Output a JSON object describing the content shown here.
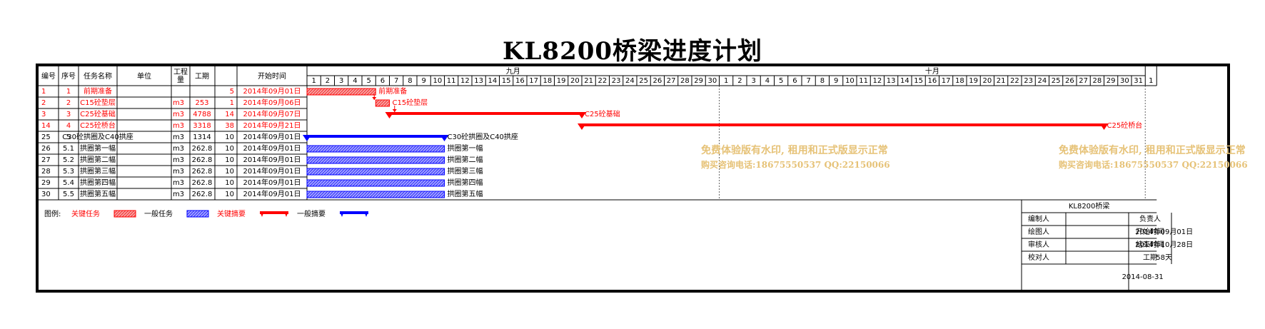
{
  "title": "KL8200桥梁进度计划",
  "columns": [
    "编号",
    "序号",
    "任务名称",
    "单位",
    "工程量",
    "工期",
    "开始时间"
  ],
  "months": [
    "九月",
    "十月"
  ],
  "colors": {
    "critical": "#ff0000",
    "normal": "#0000ff",
    "critical_fill": "#f4a0a0",
    "normal_fill": "#a0a0ff",
    "watermark": "#e6c277"
  },
  "chart_data": {
    "type": "gantt",
    "x_start": "2014-09-01",
    "x_end": "2014-10-31",
    "tasks": [
      {
        "id": "1",
        "seq": "1",
        "name": "前期准备",
        "unit": "",
        "qty": "",
        "duration": 5,
        "start": "2014年09月01日",
        "bar_label": "前期准备",
        "critical": true,
        "summary": false,
        "indent": false
      },
      {
        "id": "2",
        "seq": "2",
        "name": "C15砼垫层",
        "unit": "m3",
        "qty": "253",
        "duration": 1,
        "start": "2014年09月06日",
        "bar_label": "C15砼垫层",
        "critical": true,
        "summary": false,
        "indent": false
      },
      {
        "id": "3",
        "seq": "3",
        "name": "C25砼基础",
        "unit": "m3",
        "qty": "4788",
        "duration": 14,
        "start": "2014年09月07日",
        "bar_label": "C25砼基础",
        "critical": true,
        "summary": true,
        "indent": false
      },
      {
        "id": "14",
        "seq": "4",
        "name": "C25砼桥台",
        "unit": "m3",
        "qty": "3318",
        "duration": 38,
        "start": "2014年09月21日",
        "bar_label": "C25砼桥台",
        "critical": true,
        "summary": true,
        "indent": false
      },
      {
        "id": "25",
        "seq": "5",
        "name": "C30砼拱圈及C40拱座",
        "unit": "m3",
        "qty": "1314",
        "duration": 10,
        "start": "2014年09月01日",
        "bar_label": "C30砼拱圈及C40拱座",
        "critical": false,
        "summary": true,
        "indent": false
      },
      {
        "id": "26",
        "seq": "5.1",
        "name": "拱圈第一幅",
        "unit": "m3",
        "qty": "262.8",
        "duration": 10,
        "start": "2014年09月01日",
        "bar_label": "拱圈第一幅",
        "critical": false,
        "summary": false,
        "indent": true
      },
      {
        "id": "27",
        "seq": "5.2",
        "name": "拱圈第二幅",
        "unit": "m3",
        "qty": "262.8",
        "duration": 10,
        "start": "2014年09月01日",
        "bar_label": "拱圈第二幅",
        "critical": false,
        "summary": false,
        "indent": true
      },
      {
        "id": "28",
        "seq": "5.3",
        "name": "拱圈第三幅",
        "unit": "m3",
        "qty": "262.8",
        "duration": 10,
        "start": "2014年09月01日",
        "bar_label": "拱圈第三幅",
        "critical": false,
        "summary": false,
        "indent": true
      },
      {
        "id": "29",
        "seq": "5.4",
        "name": "拱圈第四幅",
        "unit": "m3",
        "qty": "262.8",
        "duration": 10,
        "start": "2014年09月01日",
        "bar_label": "拱圈第四幅",
        "critical": false,
        "summary": false,
        "indent": true
      },
      {
        "id": "30",
        "seq": "5.5",
        "name": "拱圈第五幅",
        "unit": "m3",
        "qty": "262.8",
        "duration": 10,
        "start": "2014年09月01日",
        "bar_label": "拱圈第五幅",
        "critical": false,
        "summary": false,
        "indent": true
      }
    ]
  },
  "legend": {
    "label": "图例:",
    "items": [
      {
        "text": "关键任务",
        "kind": "critical-task"
      },
      {
        "text": "一般任务",
        "kind": "normal-task"
      },
      {
        "text": "关键摘要",
        "kind": "critical-summary"
      },
      {
        "text": "一般摘要",
        "kind": "normal-summary"
      }
    ]
  },
  "info_box": {
    "header": "KL8200桥梁",
    "rows": [
      {
        "l": "编制人",
        "v": "",
        "l2": "负责人",
        "v2": ""
      },
      {
        "l": "绘图人",
        "v": "",
        "l2": "开始时间",
        "v2": "2014年09月01日"
      },
      {
        "l": "审核人",
        "v": "",
        "l2": "结束时间",
        "v2": "2014年10月28日"
      },
      {
        "l": "校对人",
        "v": "",
        "l2": "工期",
        "v2": "58天"
      }
    ],
    "date": "2014-08-31"
  },
  "watermark": {
    "line1": "免费体验版有水印, 租用和正式版显示正常",
    "line2": "购买咨询电话:18675550537 QQ:22150066"
  }
}
